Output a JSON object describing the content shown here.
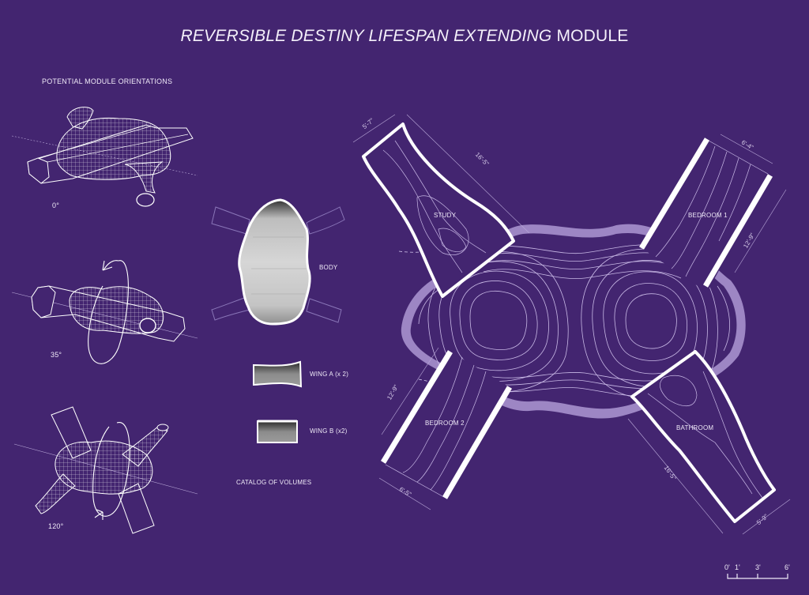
{
  "title": {
    "italic_part": "REVERSIBLE DESTINY LIFESPAN EXTENDING",
    "regular_part": "MODULE"
  },
  "orientations": {
    "heading": "POTENTIAL MODULE ORIENTATIONS",
    "items": [
      {
        "angle": "0°"
      },
      {
        "angle": "35°"
      },
      {
        "angle": "120°"
      }
    ]
  },
  "catalog": {
    "heading": "CATALOG OF VOLUMES",
    "items": [
      {
        "label": "BODY"
      },
      {
        "label": "WING A (x 2)"
      },
      {
        "label": "WING B (x2)"
      }
    ]
  },
  "plan": {
    "rooms": [
      {
        "name": "STUDY",
        "dims": [
          "5'-7\"",
          "16'-5\""
        ]
      },
      {
        "name": "BEDROOM 1",
        "dims": [
          "6'-4\"",
          "12'-9\""
        ]
      },
      {
        "name": "BEDROOM 2",
        "dims": [
          "12'-9\"",
          "6'-5\""
        ]
      },
      {
        "name": "BATHROOM",
        "dims": [
          "16'-5\"",
          "5'-9\""
        ]
      }
    ]
  },
  "scale_bar": {
    "ticks": [
      "0'",
      "1'",
      "3'",
      "6'"
    ]
  },
  "colors": {
    "background": "#432570",
    "line": "#ffffff",
    "contour": "#c9b9e6",
    "rim": "#9d86c4"
  }
}
